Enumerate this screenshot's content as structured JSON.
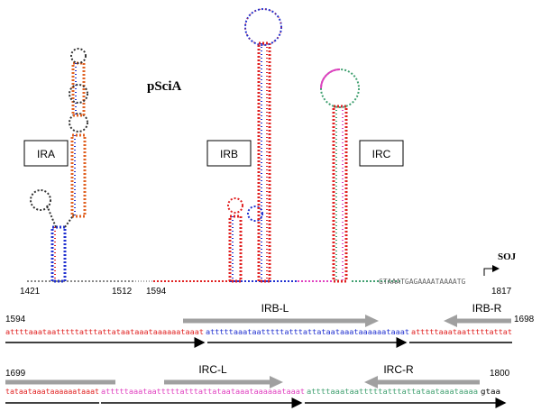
{
  "title": "pSciA",
  "gene_label": "SOJ",
  "boxes": {
    "ira": "IRA",
    "irb": "IRB",
    "irc": "IRC"
  },
  "positions": {
    "p1421": "1421",
    "p1512": "1512",
    "p1594": "1594",
    "p1817": "1817"
  },
  "tail_seq": "GTAAATGAGAAAATAAAATG",
  "line1": {
    "start": "1594",
    "end": "1698",
    "seq_red1": "attttaaataatttttatttattataataaataaaaaataaat",
    "seq_blue": "atttttaaataatttttatttattataataaataaaaaataaat",
    "seq_red2": "atttttaaataatttttattat",
    "arrow_l": "IRB-L",
    "arrow_r": "IRB-R"
  },
  "line2": {
    "start": "1699",
    "end": "1800",
    "seq_red": "tataataaataaaaaataaat",
    "seq_pink": "atttttaaataatttttatttattataataaataaaaaataaat",
    "seq_green": "attttaaataatttttatttattataataaataaaa",
    "seq_black": "gtaa",
    "arrow_l": "IRC-L",
    "arrow_r": "IRC-R"
  },
  "colors": {
    "red": "#e02020",
    "blue": "#2030d0",
    "pink": "#e040c0",
    "green": "#40a070",
    "grey": "#a0a0a0"
  }
}
